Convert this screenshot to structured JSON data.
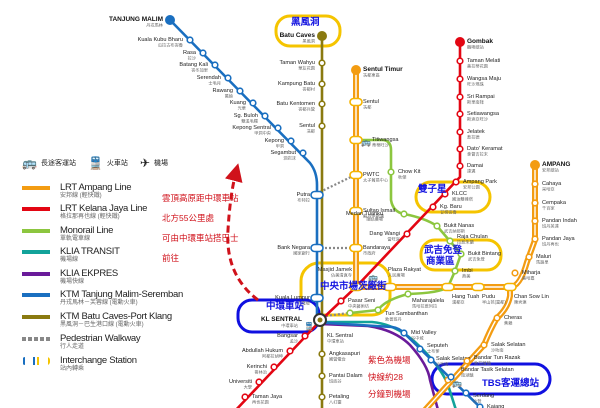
{
  "legend": {
    "icons": [
      {
        "icon": "bus-icon",
        "label": "長途客運站"
      },
      {
        "icon": "train-icon",
        "label": "火車站"
      },
      {
        "icon": "plane-icon",
        "label": "機場"
      }
    ],
    "lines": [
      {
        "en": "LRT Ampang Line",
        "zh": "安邦線 (輕快鐵)",
        "color": "#f39c12"
      },
      {
        "en": "LRT Kelana Jaya Line",
        "zh": "格拉那再也線 (輕快鐵)",
        "color": "#e30613"
      },
      {
        "en": "Monorail Line",
        "zh": "單軌電車線",
        "color": "#8cc63f"
      },
      {
        "en": "KLIA TRANSIT",
        "zh": "機場線",
        "color": "#12a39a"
      },
      {
        "en": "KLIA EKPRES",
        "zh": "機場快線",
        "color": "#6a1b9a"
      },
      {
        "en": "KTM Tanjung Malim-Seremban",
        "zh": "丹戎馬林－芙蓉線 (電動火車)",
        "color": "#1a6fc0"
      },
      {
        "en": "KTM Batu Caves-Port Klang",
        "zh": "黑風洞－巴生港口線 (電動火車)",
        "color": "#8a7a10"
      },
      {
        "en": "Pedestrian Walkway",
        "zh": "行人走道",
        "color": "#888888"
      },
      {
        "en": "Interchange Station",
        "zh": "站內轉乘",
        "color": "#f5c400"
      }
    ]
  },
  "lines": {
    "blue": {
      "color": "#1a6fc0",
      "stations": [
        {
          "en": "TANJUNG MALIM",
          "zh": "丹戎馬林"
        },
        {
          "en": "Kuala Kubu Bharu",
          "zh": "瓜拉古布峇魯"
        },
        {
          "en": "Rasa",
          "zh": "拉沙"
        },
        {
          "en": "Batang Kali",
          "zh": "峇冬加里"
        },
        {
          "en": "Serendah",
          "zh": "士毛月"
        },
        {
          "en": "Rawang",
          "zh": "萬撓"
        },
        {
          "en": "Kuang",
          "zh": "光華"
        },
        {
          "en": "Sg. Buloh",
          "zh": "雙溪毛糯"
        },
        {
          "en": "Kepong Sentral",
          "zh": "甲洞中央"
        },
        {
          "en": "Kepong",
          "zh": "甲洞"
        },
        {
          "en": "Segambut",
          "zh": "泗岩沫"
        },
        {
          "en": "Putra",
          "zh": "布特拉"
        },
        {
          "en": "Bank Negara",
          "zh": "國家銀行"
        },
        {
          "en": "Kuala Lumpur",
          "zh": "吉隆坡"
        },
        {
          "en": "Mid Valley",
          "zh": "谷中城"
        },
        {
          "en": "Seputeh",
          "zh": "士布爹"
        },
        {
          "en": "Salak Selatan",
          "zh": "沙叻南"
        },
        {
          "en": "Serdang",
          "zh": "沙登"
        },
        {
          "en": "Kajang",
          "zh": "加影"
        }
      ]
    },
    "olive": {
      "color": "#8a7a10",
      "stations": [
        {
          "en": "Batu Caves",
          "zh": "黑風洞"
        },
        {
          "en": "Taman Wahyu",
          "zh": "華友花園"
        },
        {
          "en": "Kampung Batu",
          "zh": "峇都村"
        },
        {
          "en": "Batu Kentomen",
          "zh": "峇都兵營"
        },
        {
          "en": "Sentul",
          "zh": "冼都"
        },
        {
          "en": "Angkasapuri",
          "zh": "國營電台"
        },
        {
          "en": "Pantai Dalam",
          "zh": "班底谷"
        },
        {
          "en": "Petaling",
          "zh": "八打靈"
        }
      ]
    },
    "orange": {
      "color": "#f39c12",
      "stations": [
        {
          "en": "Sentul Timur",
          "zh": "冼都東區"
        },
        {
          "en": "Sentul",
          "zh": "冼都"
        },
        {
          "en": "Titiwangsa",
          "zh": "蒂蒂旺沙"
        },
        {
          "en": "PWTC",
          "zh": "太子貿易中心"
        },
        {
          "en": "Sultan Ismail",
          "zh": "蘇丹伊斯邁"
        },
        {
          "en": "Bandaraya",
          "zh": "市政府"
        },
        {
          "en": "Masjid Jamek",
          "zh": "佔美清真寺"
        },
        {
          "en": "Plaza Rakyat",
          "zh": "人民廣場"
        },
        {
          "en": "Hang Tuah",
          "zh": "漢都亞"
        },
        {
          "en": "Pudu",
          "zh": "半山芭(富都)"
        },
        {
          "en": "Chan Sow Lin",
          "zh": "陳秀連"
        },
        {
          "en": "AMPANG",
          "zh": "安邦總站"
        },
        {
          "en": "Cahaya",
          "zh": "采哈亞"
        },
        {
          "en": "Cempaka",
          "zh": "千百家"
        },
        {
          "en": "Pandan Indah",
          "zh": "班丹英達"
        },
        {
          "en": "Pandan Jaya",
          "zh": "班丹再也"
        },
        {
          "en": "Maluri",
          "zh": "馬路里"
        },
        {
          "en": "Miharja",
          "zh": "美哈嘉"
        },
        {
          "en": "Cheras",
          "zh": "蕉賴"
        },
        {
          "en": "Salak Selatan",
          "zh": "沙叻南"
        },
        {
          "en": "Bandar Tun Razak",
          "zh": "敦拉薩鎮"
        },
        {
          "en": "Bandar Tasik Selatan",
          "zh": "南湖鎮"
        }
      ]
    },
    "red": {
      "color": "#e30613",
      "stations": [
        {
          "en": "Gombak",
          "zh": "鵝嘜總站"
        },
        {
          "en": "Taman Melati",
          "zh": "美拉蒂花園"
        },
        {
          "en": "Wangsa Maju",
          "zh": "旺沙瑪珠"
        },
        {
          "en": "Sri Rampai",
          "zh": "斯里南拜"
        },
        {
          "en": "Setiawangsa",
          "zh": "斯迪亞旺沙"
        },
        {
          "en": "Jelatek",
          "zh": "惹拉德"
        },
        {
          "en": "Dato' Keramat",
          "zh": "拿督吉拉末"
        },
        {
          "en": "Damai",
          "zh": "達邁"
        },
        {
          "en": "Ampang Park",
          "zh": "安邦公園"
        },
        {
          "en": "KLCC",
          "zh": "國油雙峰塔"
        },
        {
          "en": "Kg. Baru",
          "zh": "甘榜峇魯"
        },
        {
          "en": "Dang Wangi",
          "zh": "當旺宜"
        },
        {
          "en": "Pasar Seni",
          "zh": "中央藝術坊"
        },
        {
          "en": "Bangsar",
          "zh": "孟沙"
        },
        {
          "en": "Abdullah Hukum",
          "zh": "阿都拉胡坤"
        },
        {
          "en": "Kerinchi",
          "zh": "哥林治"
        },
        {
          "en": "Universiti",
          "zh": "大學"
        },
        {
          "en": "Taman Jaya",
          "zh": "再也花園"
        }
      ]
    },
    "green": {
      "color": "#8cc63f",
      "stations": [
        {
          "en": "Chow Kit",
          "zh": "秋傑"
        },
        {
          "en": "Medan Tuanku",
          "zh": "端姑廣場"
        },
        {
          "en": "Bukit Nanas",
          "zh": "武吉納那斯"
        },
        {
          "en": "Raja Chulan",
          "zh": "拉惹朱蘭"
        },
        {
          "en": "Bukit Bintang",
          "zh": "武吉免登"
        },
        {
          "en": "Imbi",
          "zh": "燕美"
        },
        {
          "en": "Maharajalela",
          "zh": "馬哈拉惹列拉"
        },
        {
          "en": "Tun Sambanthan",
          "zh": "敦善班丹"
        },
        {
          "en": "KL Sentral",
          "zh": "中環車站"
        }
      ]
    }
  },
  "hub": {
    "en": "KL SENTRAL",
    "zh": "中環車站"
  },
  "highlights": {
    "batu_caves": "黑風洞",
    "klcc": "雙子星",
    "bukit_bintang_1": "武吉免登",
    "bukit_bintang_2": "商業區",
    "central_market": "中央市場茨廠街",
    "kl_sentral": "中環車站",
    "tbs": "TBS客運總站"
  },
  "notes": {
    "genting": [
      "雲頂高原距中環車站",
      "北方55公里處",
      "可由中環車站搭巴士",
      "前往"
    ],
    "airport": [
      "紫色為機場",
      "快線約28",
      "分鐘到機場"
    ]
  }
}
